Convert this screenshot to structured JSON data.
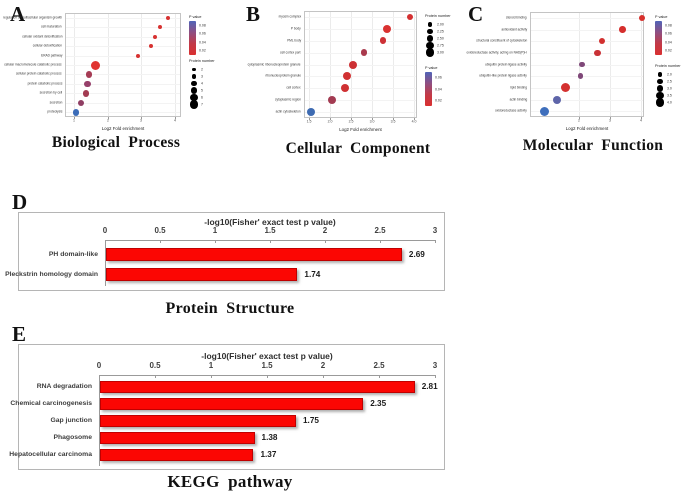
{
  "figure": {
    "background": "#ffffff"
  },
  "chart_data": [
    {
      "type": "scatter",
      "panel_letter": "A",
      "title": "Biological Process",
      "xlabel": "Log2 Fold enrichment",
      "xlim": [
        0.73,
        4.18
      ],
      "xticks": [
        1,
        2,
        3,
        4
      ],
      "xtick_labels": [
        "1",
        "2",
        "3",
        "4"
      ],
      "categories": [
        "regulation of multicellular organism growth",
        "cell maturation",
        "cellular oxidant detoxification",
        "cellular detoxification",
        "ERAD pathway",
        "cellular macromolecule catabolic process",
        "cellular protein catabolic process",
        "protein catabolic process",
        "secretion by cell",
        "secretion",
        "proteolysis"
      ],
      "x": [
        3.8,
        3.55,
        3.4,
        3.3,
        2.9,
        1.65,
        1.45,
        1.4,
        1.35,
        1.2,
        1.05
      ],
      "point_sizes": [
        4,
        4,
        4,
        4,
        4,
        9,
        6.5,
        6.5,
        6.5,
        6.5,
        6.5
      ],
      "point_colors": [
        "#d73231",
        "#d73231",
        "#d73231",
        "#d73231",
        "#d73231",
        "#e03531",
        "#a63c55",
        "#96406a",
        "#a33b52",
        "#8f3e63",
        "#3b6cb8"
      ],
      "pvalue_gradient": [
        "#5064b8",
        "#8e4f82",
        "#c23a48",
        "#da3030"
      ],
      "legends": [
        {
          "kind": "pvalue",
          "title": "P value",
          "labels": [
            "0.08",
            "0.06",
            "0.04",
            "0.02"
          ]
        },
        {
          "kind": "protein",
          "title": "Protein number",
          "labels": [
            "2",
            "3",
            "4",
            "5",
            "6",
            "7"
          ],
          "sizes": [
            3.5,
            4.5,
            5.5,
            6.5,
            7.5,
            8.5
          ]
        }
      ]
    },
    {
      "type": "scatter",
      "panel_letter": "B",
      "title": "Cellular Component",
      "xlabel": "Log2 Fold enrichment",
      "xlim": [
        1.38,
        4.06
      ],
      "xticks": [
        1.5,
        2.0,
        2.5,
        3.0,
        3.5,
        4.0
      ],
      "xtick_labels": [
        "1.5",
        "2.0",
        "2.5",
        "3.0",
        "3.5",
        "4.0"
      ],
      "categories": [
        "myosin complex",
        "P body",
        "PML body",
        "cell cortex part",
        "cytoplasmic ribonucleoprotein granule",
        "ribonucleoprotein granule",
        "cell cortex",
        "cytoplasmic region",
        "actin cytoskeleton"
      ],
      "x": [
        3.9,
        3.35,
        3.25,
        2.8,
        2.55,
        2.4,
        2.35,
        2.05,
        1.55
      ],
      "point_sizes": [
        6,
        8.5,
        6.5,
        6.5,
        8,
        8,
        8,
        8,
        8.5
      ],
      "point_colors": [
        "#d43031",
        "#da3231",
        "#cd3136",
        "#a93a4d",
        "#cd3134",
        "#d13132",
        "#cf3133",
        "#a33b52",
        "#3e6bb2"
      ],
      "pvalue_gradient": [
        "#5064b8",
        "#8e4f82",
        "#c23a48",
        "#da3030"
      ],
      "legends": [
        {
          "kind": "protein",
          "title": "Protein number",
          "labels": [
            "2.00",
            "2.25",
            "2.50",
            "2.75",
            "3.00"
          ],
          "sizes": [
            4.5,
            5.5,
            6.5,
            7.5,
            8.5
          ]
        },
        {
          "kind": "pvalue",
          "title": "P value",
          "labels": [
            "0.06",
            "0.04",
            "0.02"
          ]
        }
      ]
    },
    {
      "type": "scatter",
      "panel_letter": "C",
      "title": "Molecular Function",
      "xlabel": "Log2 Fold enrichment",
      "xlim": [
        0.42,
        4.1
      ],
      "xticks": [
        2,
        3,
        4
      ],
      "xtick_labels": [
        "2",
        "3",
        "4"
      ],
      "categories": [
        "steroid binding",
        "antioxidant activity",
        "structural constituent of cytoskeleton",
        "oxidoreductase activity, acting on NAD(P)H",
        "ubiquitin protein ligase activity",
        "ubiquitin-like protein ligase activity",
        "lipid binding",
        "actin binding",
        "oxidoreductase activity"
      ],
      "x": [
        4.05,
        3.4,
        2.75,
        2.6,
        2.1,
        2.05,
        1.55,
        1.3,
        0.9
      ],
      "point_sizes": [
        6,
        6.5,
        6.5,
        6.5,
        5.5,
        5.5,
        9,
        8,
        9
      ],
      "point_colors": [
        "#d7302c",
        "#d52f2d",
        "#d2302f",
        "#c93136",
        "#7f4879",
        "#7f4879",
        "#d43130",
        "#5e65a9",
        "#3f6fbc"
      ],
      "pvalue_gradient": [
        "#5064b8",
        "#8e4f82",
        "#c23a48",
        "#da3030"
      ],
      "legends": [
        {
          "kind": "pvalue",
          "title": "P value",
          "labels": [
            "0.08",
            "0.06",
            "0.04",
            "0.02"
          ]
        },
        {
          "kind": "protein",
          "title": "Protein number",
          "labels": [
            "2.0",
            "2.5",
            "3.0",
            "3.5",
            "4.0"
          ],
          "sizes": [
            4.5,
            5.5,
            6.5,
            7.5,
            8.5
          ]
        }
      ]
    },
    {
      "type": "bar",
      "panel_letter": "D",
      "title": "Protein Structure",
      "axis_title": "-log10(Fisher' exact test p value)",
      "xmax": 3,
      "xticks": [
        "0",
        "0.5",
        "1",
        "1.5",
        "2",
        "2.5",
        "3"
      ],
      "categories": [
        "PH domain-like",
        "Pleckstrin homology domain"
      ],
      "values": [
        2.69,
        1.74
      ],
      "value_labels": [
        "2.69",
        "1.74"
      ],
      "bar_color": "#fb0603",
      "bar_border": "#c00000"
    },
    {
      "type": "bar",
      "panel_letter": "E",
      "title": "KEGG pathway",
      "axis_title": "-log10(Fisher' exact test p value)",
      "xmax": 3,
      "xticks": [
        "0",
        "0.5",
        "1",
        "1.5",
        "2",
        "2.5",
        "3"
      ],
      "categories": [
        "RNA degradation",
        "Chemical carcinogenesis",
        "Gap junction",
        "Phagosome",
        "Hepatocellular carcinoma"
      ],
      "values": [
        2.81,
        2.35,
        1.75,
        1.38,
        1.37
      ],
      "value_labels": [
        "2.81",
        "2.35",
        "1.75",
        "1.38",
        "1.37"
      ],
      "bar_color": "#fb0603",
      "bar_border": "#c00000"
    }
  ]
}
